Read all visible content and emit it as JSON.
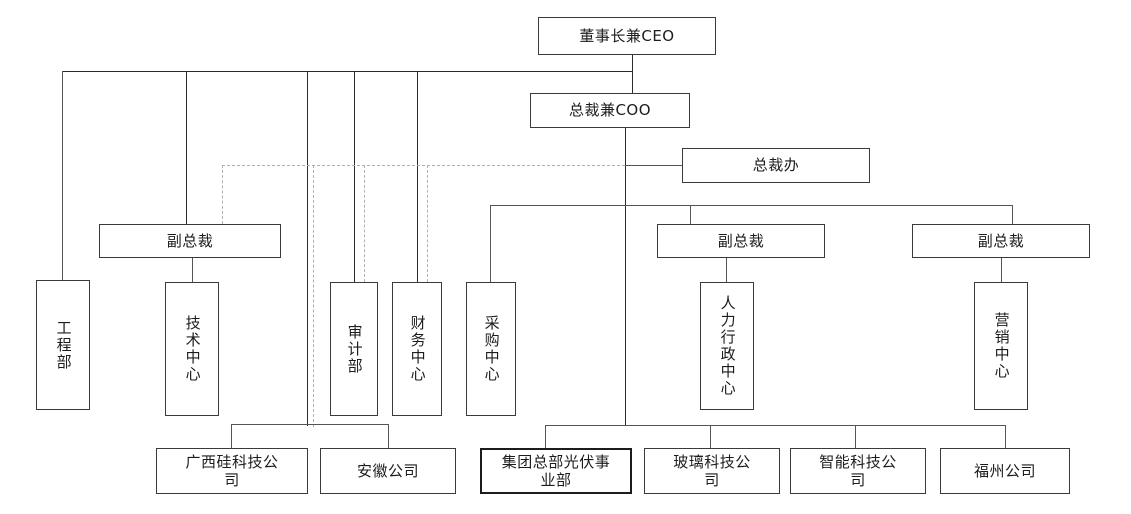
{
  "chart_title": "",
  "nodes": {
    "ceo": "董事长兼CEO",
    "coo": "总裁兼COO",
    "president_office": "总裁办",
    "vp_tech": "副总裁",
    "vp_hr": "副总裁",
    "vp_marketing": "副总裁",
    "engineering": "工程部",
    "tech_center": "技术中心",
    "audit": "审计部",
    "finance": "财务中心",
    "procurement": "采购中心",
    "hr_admin": "人力行政中心",
    "marketing_center": "营销中心",
    "guangxi": "广西硅科技公\n司",
    "anhui": "安徽公司",
    "pv_division": "集团总部光伏事\n业部",
    "glass": "玻璃科技公\n司",
    "smart": "智能科技公\n司",
    "fuzhou": "福州公司"
  },
  "colors": {
    "box_border": "#3a3a3a",
    "line": "#555555",
    "dashed_line": "#b0b0b0",
    "background": "#ffffff",
    "text": "#1c1c1c"
  }
}
